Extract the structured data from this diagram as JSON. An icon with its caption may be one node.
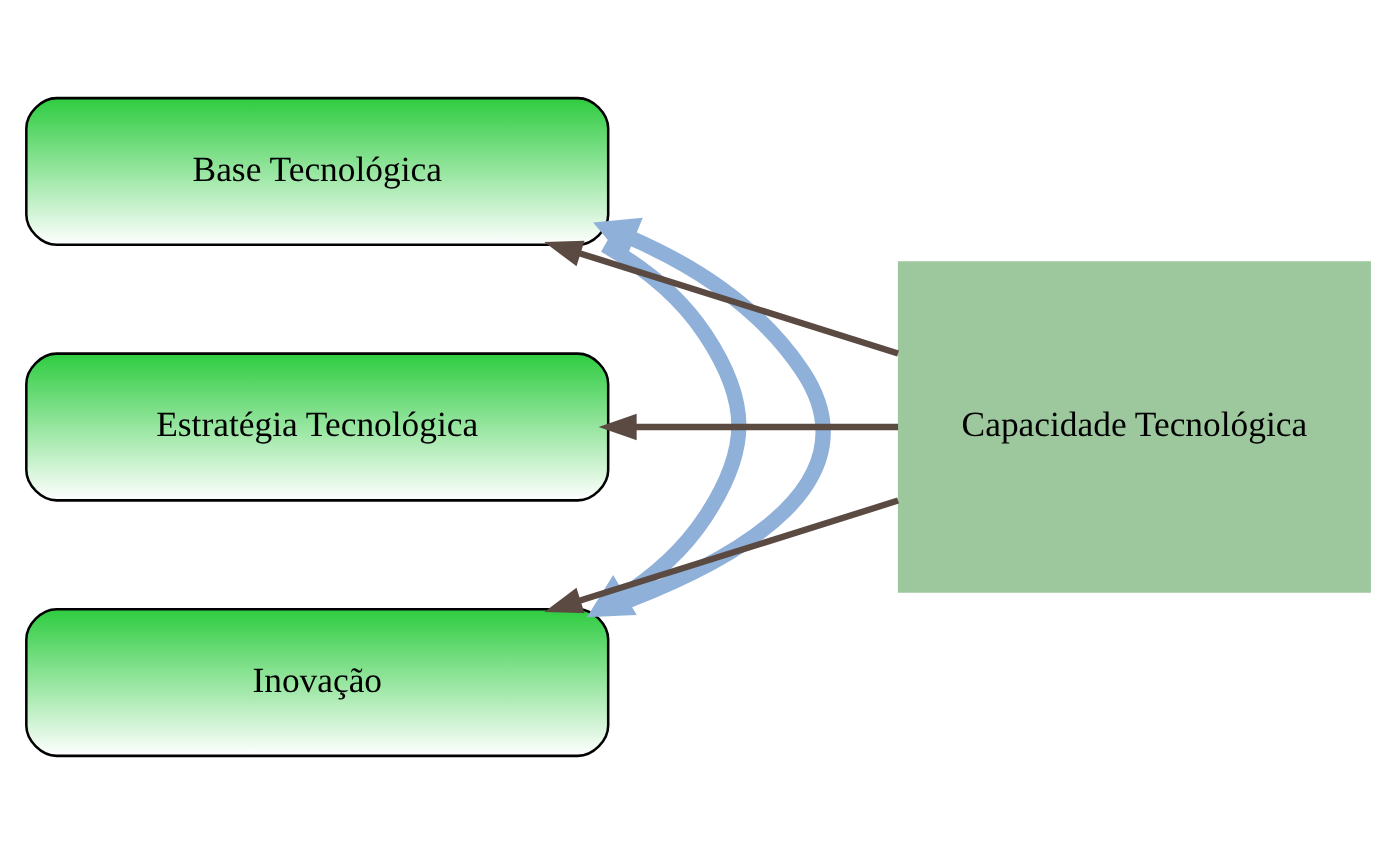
{
  "diagram": {
    "nodes": [
      {
        "text": [
          "Base Tecnológica"
        ]
      },
      {
        "text": [
          "Estratégia Tecnológica"
        ]
      },
      {
        "text": [
          "Inovação"
        ]
      },
      {
        "text": [
          "Capacidade Tecnológica"
        ]
      }
    ],
    "edges": [
      {
        "from": 3,
        "to": 0,
        "arrow": "to",
        "color": "#5a4a42"
      },
      {
        "from": 3,
        "to": 1,
        "arrow": "to",
        "color": "#5a4a42"
      },
      {
        "from": 3,
        "to": 2,
        "arrow": "to",
        "color": "#5a4a42"
      },
      {
        "from": 0,
        "to": 2,
        "arrow": "to",
        "style": "thick",
        "color": "#8fb0d8"
      },
      {
        "from": 2,
        "to": 0,
        "arrow": "to",
        "style": "thick",
        "color": "#8fb0d8"
      }
    ]
  }
}
